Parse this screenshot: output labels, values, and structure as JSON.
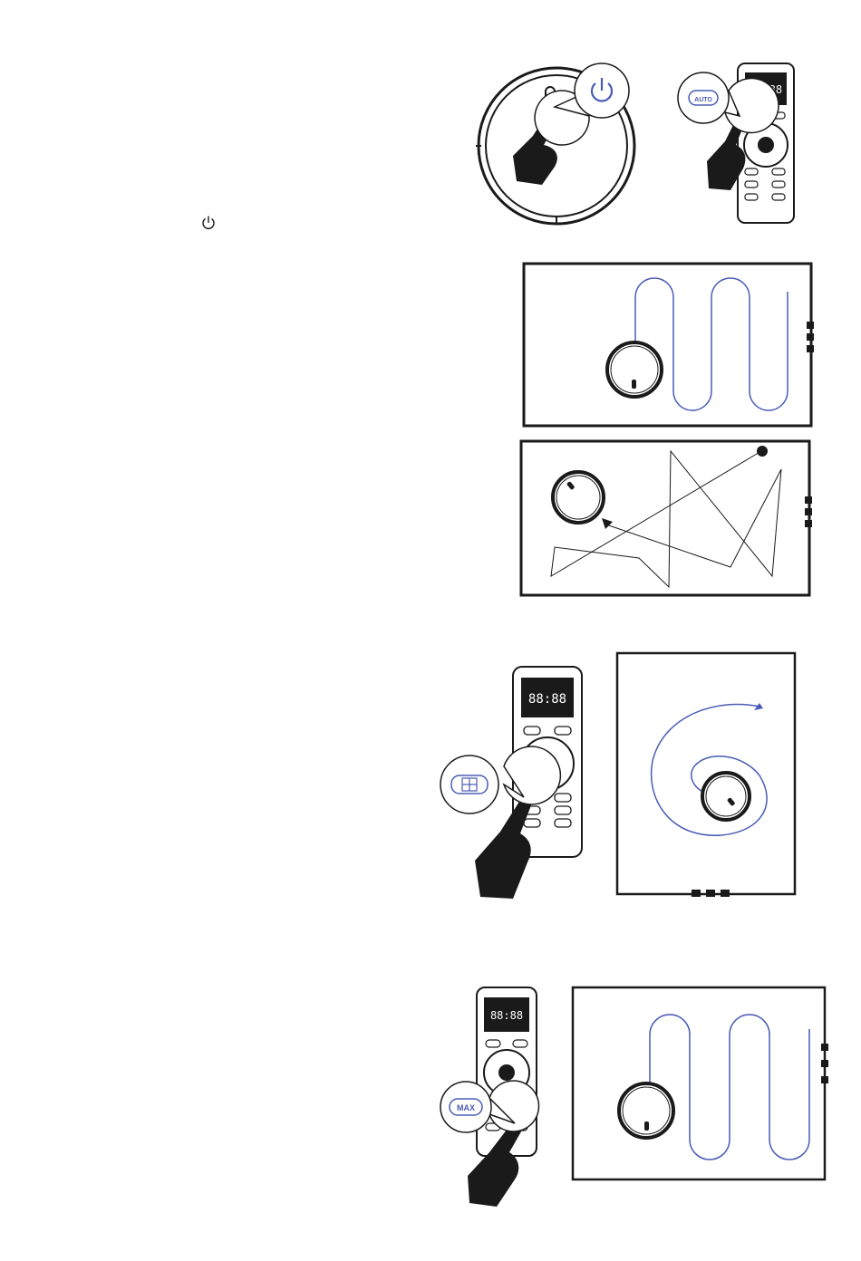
{
  "colors": {
    "line": "#1a1a1a",
    "path_blue": "#4a5bb5",
    "paper": "#ffffff"
  },
  "inline_icon": "power-icon",
  "figures": {
    "power_on": {
      "robot_icon": "robot-vacuum-top-view",
      "callout_icon": "power-icon"
    },
    "remote_auto": {
      "callout_label": "AUTO",
      "remote_display": "88:88"
    },
    "zigzag_mode": {
      "path": "serpentine"
    },
    "random_mode": {
      "path": "random-bounce"
    },
    "spot_mode": {
      "callout_icon": "spot-icon",
      "remote_display": "88:88",
      "path": "spiral"
    },
    "max_mode": {
      "callout_label": "MAX",
      "remote_display": "88:88",
      "path": "serpentine"
    }
  }
}
